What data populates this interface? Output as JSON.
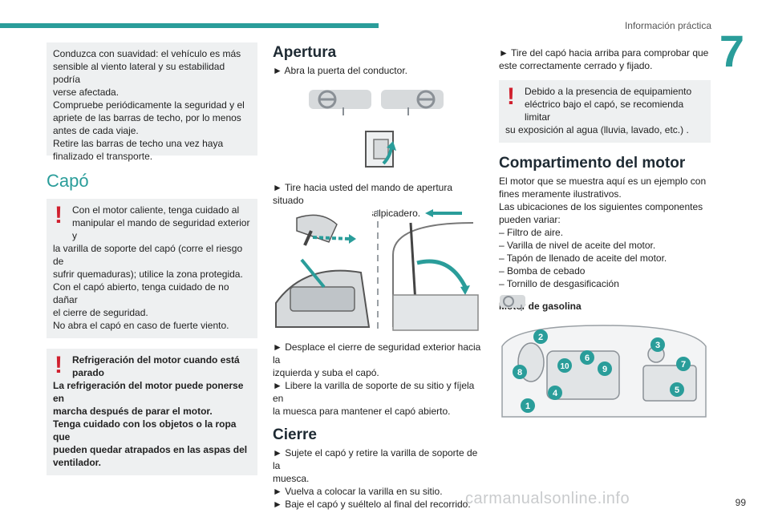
{
  "header": {
    "section_title": "Información práctica",
    "chapter_number": "7",
    "page_number": "99"
  },
  "watermark": "carmanualsonline.info",
  "col1": {
    "notice_lines": [
      "Conduzca con suavidad: el vehículo es más",
      "sensible al viento lateral y su estabilidad podría",
      "verse afectada.",
      "Compruebe periódicamente la seguridad y el",
      "apriete de las barras de techo, por lo menos",
      "antes de cada viaje.",
      "Retire las barras de techo una vez haya",
      "finalizado el transporte."
    ],
    "section_title": "Capó",
    "warning1_lines": [
      "Con el motor caliente, tenga cuidado al",
      "manipular el mando de seguridad exterior y",
      "la varilla de soporte del capó (corre el riesgo de",
      "sufrir quemaduras); utilice la zona protegida.",
      "Con el capó abierto, tenga cuidado de no dañar",
      "el cierre de seguridad.",
      "No abra el capó en caso de fuerte viento."
    ],
    "warning2_title_lines": [
      "Refrigeración del motor cuando está",
      "parado"
    ],
    "warning2_lines": [
      "La refrigeración del motor puede ponerse en",
      "marcha después de parar el motor.",
      "Tenga cuidado con los objetos o la ropa que",
      "pueden quedar atrapados en las aspas del",
      "ventilador."
    ]
  },
  "col2": {
    "apertura_title": "Apertura",
    "step1": "►  Abra la puerta del conductor.",
    "step2_lines": [
      "►  Tire hacia usted del mando de apertura situado",
      "en la parte inferior del salpicadero."
    ],
    "step3_lines": [
      "►  Desplace el cierre de seguridad exterior hacia la",
      "izquierda y suba el capó."
    ],
    "step4_lines": [
      "►  Libere la varilla de soporte de su sitio y fíjela en",
      "la muesca para mantener el capó abierto."
    ],
    "cierre_title": "Cierre",
    "cierre_steps": [
      "►  Sujete el capó y retire la varilla de soporte de la",
      "muesca.",
      "►  Vuelva a colocar la varilla en su sitio.",
      "►  Baje el capó y suéltelo al final del recorrido."
    ]
  },
  "col3": {
    "step5_lines": [
      "►  Tire del capó hacia arriba para comprobar que",
      "este correctamente cerrado y fijado."
    ],
    "warning3_lines": [
      "Debido a la presencia de equipamiento",
      "eléctrico bajo el capó, se recomienda limitar",
      "su exposición al agua (lluvia, lavado, etc.) ."
    ],
    "engine_title": "Compartimento del motor",
    "engine_text_lines": [
      "El motor que se muestra aquí es un ejemplo con",
      "fines meramente ilustrativos.",
      "Las ubicaciones de los siguientes componentes",
      "pueden variar:"
    ],
    "components": [
      "–  Filtro de aire.",
      "–  Varilla de nivel de aceite del motor.",
      "–  Tapón de llenado de aceite del motor.",
      "–  Bomba de cebado",
      "–  Tornillo de desgasificación"
    ],
    "gasoline_title": "Motor de gasolina",
    "callouts": [
      "1",
      "2",
      "3",
      "4",
      "5",
      "6",
      "7",
      "8",
      "9",
      "10"
    ]
  },
  "colors": {
    "accent": "#2a9d9a",
    "warning": "#d0202e",
    "box_bg": "#eef0f1"
  },
  "icons": {
    "warning": "!"
  }
}
